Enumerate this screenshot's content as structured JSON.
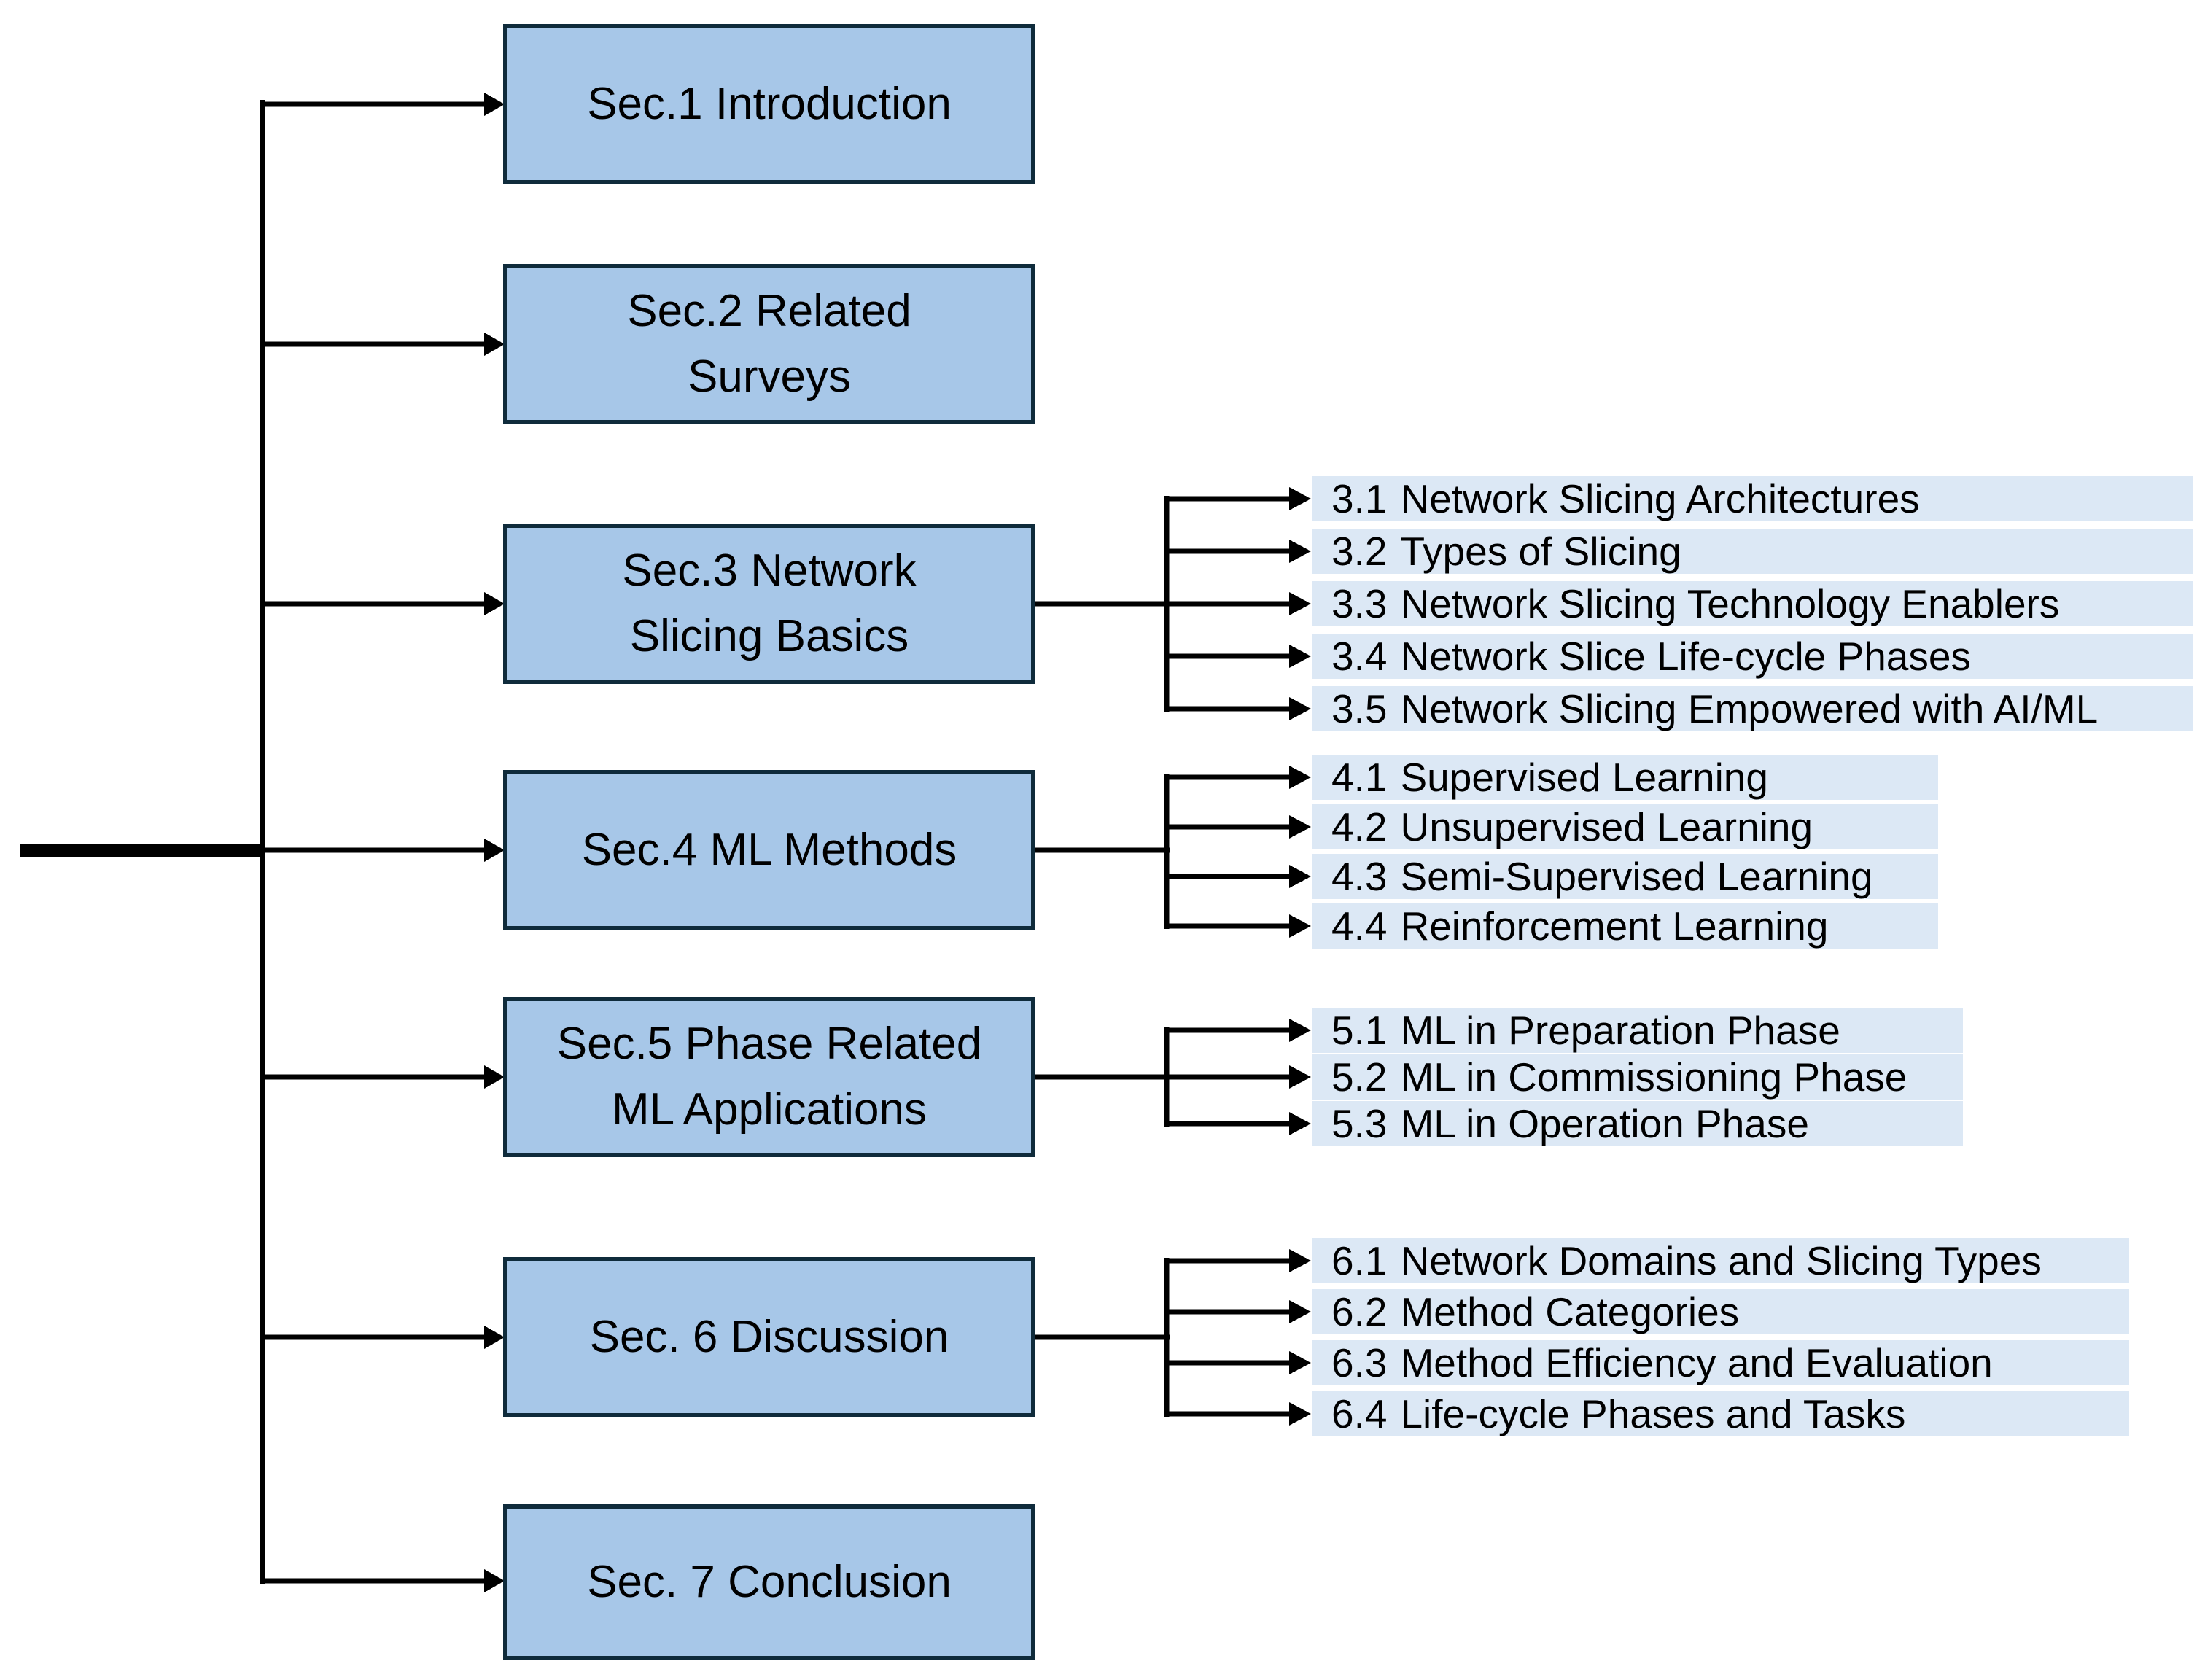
{
  "sections": [
    {
      "label": "Sec.1 Introduction"
    },
    {
      "label": "Sec.2 Related Surveys"
    },
    {
      "label": "Sec.3 Network Slicing Basics"
    },
    {
      "label": "Sec.4 ML Methods"
    },
    {
      "label": "Sec.5 Phase Related ML Applications"
    },
    {
      "label": "Sec. 6 Discussion"
    },
    {
      "label": "Sec. 7 Conclusion"
    }
  ],
  "subsections": {
    "sec3": [
      {
        "number": "3.1",
        "title": "Network Slicing Architectures"
      },
      {
        "number": "3.2",
        "title": "Types of Slicing"
      },
      {
        "number": "3.3",
        "title": "Network Slicing Technology Enablers"
      },
      {
        "number": "3.4",
        "title": "Network Slice Life-cycle Phases"
      },
      {
        "number": "3.5",
        "title": "Network Slicing Empowered with AI/ML"
      }
    ],
    "sec4": [
      {
        "number": "4.1",
        "title": "Supervised Learning"
      },
      {
        "number": "4.2",
        "title": "Unsupervised Learning"
      },
      {
        "number": "4.3",
        "title": "Semi-Supervised Learning"
      },
      {
        "number": "4.4",
        "title": "Reinforcement Learning"
      }
    ],
    "sec5": [
      {
        "number": "5.1",
        "title": "ML in Preparation Phase"
      },
      {
        "number": "5.2",
        "title": "ML in Commissioning Phase"
      },
      {
        "number": "5.3",
        "title": "ML in Operation Phase"
      }
    ],
    "sec6": [
      {
        "number": "6.1",
        "title": "Network Domains and Slicing Types"
      },
      {
        "number": "6.2",
        "title": "Method Categories"
      },
      {
        "number": "6.3",
        "title": "Method Efficiency and Evaluation"
      },
      {
        "number": "6.4",
        "title": "Life-cycle Phases and Tasks"
      }
    ]
  },
  "colors": {
    "box_fill": "#A7C7E8",
    "box_border": "#0F2B3B",
    "bar_fill": "#DCE8F5",
    "line": "#000000",
    "background": "#FFFFFF"
  }
}
